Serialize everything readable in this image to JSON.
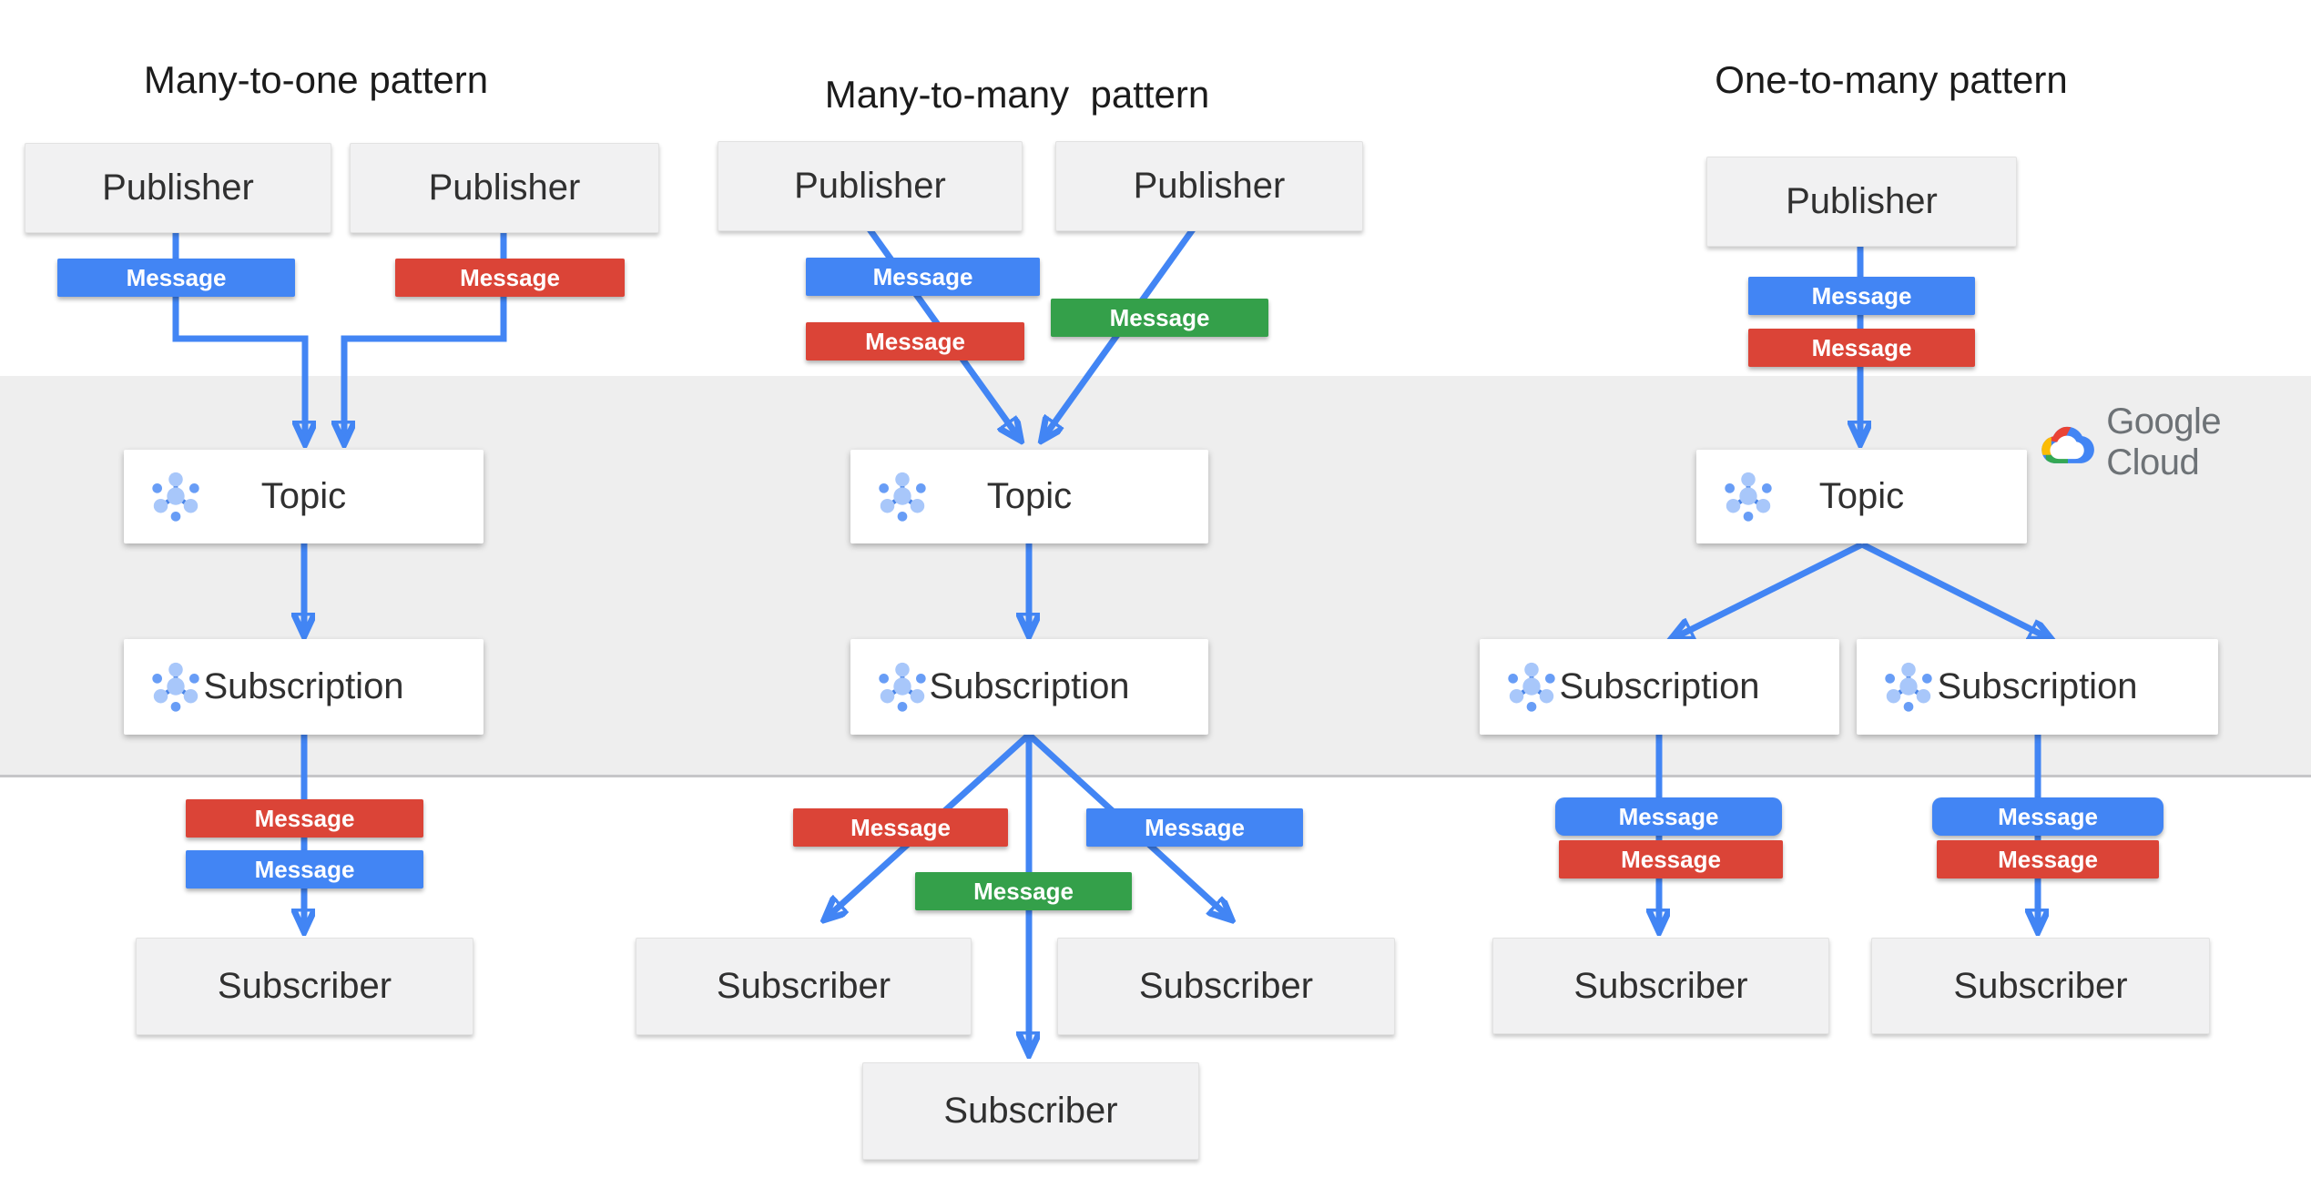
{
  "titles": {
    "many_to_one": "Many-to-one pattern",
    "many_to_many": "Many-to-many  pattern",
    "one_to_many": "One-to-many pattern"
  },
  "labels": {
    "publisher": "Publisher",
    "subscriber": "Subscriber",
    "topic": "Topic",
    "subscription": "Subscription",
    "message": "Message"
  },
  "brand": {
    "google": "Google",
    "cloud": "Cloud"
  },
  "colors": {
    "connector_blue": "#4285f4",
    "message_blue": "#4285f4",
    "message_red": "#db4437",
    "message_green": "#34a04a",
    "band_gray": "#eeeeee",
    "node_gray": "#f1f1f2",
    "logo_red": "#ea4335",
    "logo_blue": "#4285f4",
    "logo_yellow": "#fbbc05",
    "logo_green": "#34a853",
    "wordmark_gray": "#6d7276",
    "icon_light_blue": "#a8c7fa",
    "icon_mid_blue": "#689df6"
  },
  "icons": {
    "pubsub": "pubsub-hub-icon",
    "google_cloud": "google-cloud-logo"
  }
}
